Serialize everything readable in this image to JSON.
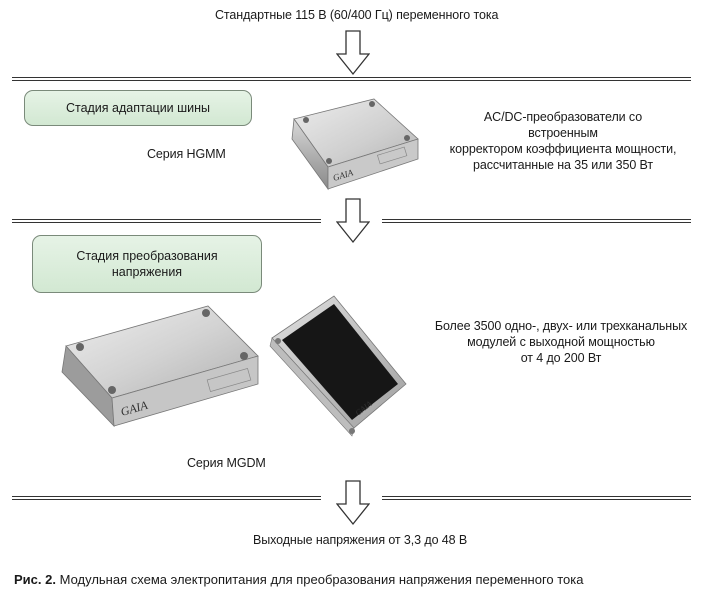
{
  "input_label": "Стандартные 115 В (60/400 Гц) переменного тока",
  "stage1": {
    "title": "Стадия адаптации шины",
    "series": "Серия HGMM",
    "description": [
      "AC/DC-преобразователи со встроенным",
      "корректором коэффициента мощности,",
      "рассчитанные на 35 или 350 Вт"
    ]
  },
  "stage2": {
    "title_lines": [
      "Стадия преобразования",
      "напряжения"
    ],
    "series": "Серия MGDM",
    "description": [
      "Более 3500 одно-, двух- или трехканальных",
      "модулей с выходной мощностью",
      "от 4 до 200 Вт"
    ]
  },
  "output_label": "Выходные напряжения от 3,3 до 48 В",
  "module_logo": "GAIA",
  "caption": {
    "label": "Рис. 2.",
    "text": "Модульная схема электропитания для преобразования напряжения переменного тока"
  },
  "colors": {
    "stage_fill": "#dcefdc",
    "stage_border": "#7a8a7a",
    "line": "#333333"
  }
}
